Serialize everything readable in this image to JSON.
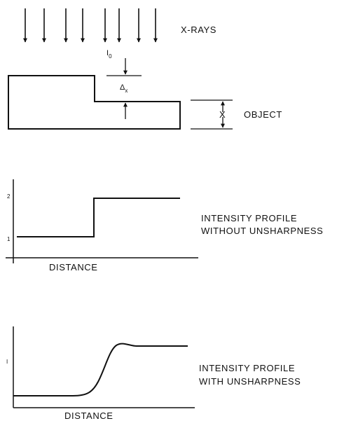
{
  "xray_label": "X-RAYS",
  "incident_intensity": {
    "base": "I",
    "subscript": "0"
  },
  "thickness_step": {
    "base": "Δ",
    "subscript": "x"
  },
  "thickness_label": "X",
  "object_label": "OBJECT",
  "sharp_profile": {
    "caption_line1": "INTENSITY PROFILE",
    "caption_line2": "WITHOUT UNSHARPNESS",
    "xlabel": "DISTANCE",
    "tick_high": "2",
    "tick_low": "1"
  },
  "unsharp_profile": {
    "caption_line1": "INTENSITY PROFILE",
    "caption_line2": "WITH UNSHARPNESS",
    "xlabel": "DISTANCE",
    "tick_mid": "I"
  },
  "colors": {
    "ink": "#111111",
    "background": "#ffffff"
  }
}
